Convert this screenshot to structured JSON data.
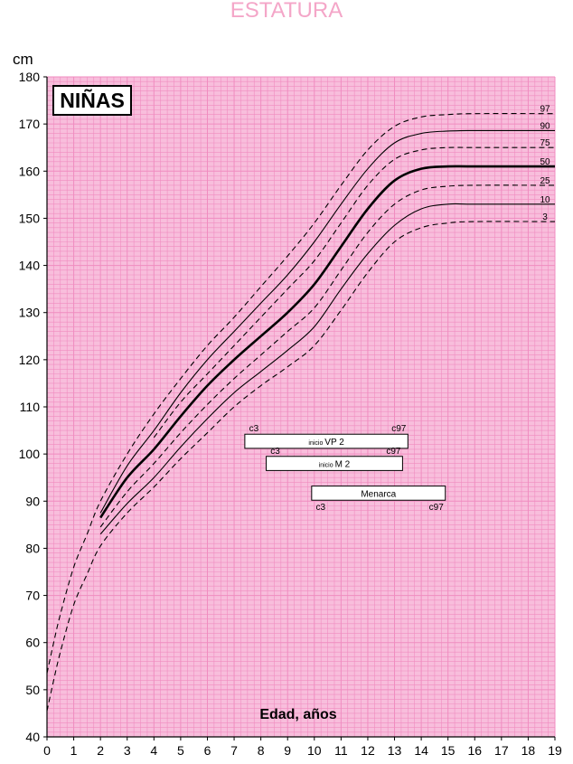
{
  "page": {
    "title": "ESTATURA",
    "unit_label": "cm",
    "sex_label": "NIÑAS",
    "x_axis_title": "Edad, años"
  },
  "chart_data": {
    "type": "line",
    "title": "ESTATURA",
    "xlabel": "Edad, años",
    "ylabel": "cm",
    "xlim": [
      0,
      19
    ],
    "ylim": [
      40,
      180
    ],
    "x_ticks": [
      0,
      1,
      2,
      3,
      4,
      5,
      6,
      7,
      8,
      9,
      10,
      11,
      12,
      13,
      14,
      15,
      16,
      17,
      18,
      19
    ],
    "y_ticks": [
      40,
      50,
      60,
      70,
      80,
      90,
      100,
      110,
      120,
      130,
      140,
      150,
      160,
      170,
      180
    ],
    "grid": true,
    "colors": {
      "grid": "#f08cc0",
      "background": "#f8bedc",
      "title": "#f4a6c8",
      "line": "#000000"
    },
    "series": [
      {
        "name": "97",
        "style": "dashed",
        "points": [
          [
            0,
            53.5
          ],
          [
            0.25,
            60
          ],
          [
            0.5,
            66
          ],
          [
            1,
            76
          ],
          [
            1.5,
            83
          ],
          [
            2,
            90
          ],
          [
            3,
            100
          ],
          [
            4,
            108.5
          ],
          [
            5,
            116
          ],
          [
            6,
            123
          ],
          [
            7,
            129
          ],
          [
            8,
            135.5
          ],
          [
            9,
            142
          ],
          [
            10,
            149
          ],
          [
            11,
            157
          ],
          [
            12,
            164.5
          ],
          [
            13,
            169.5
          ],
          [
            14,
            171.5
          ],
          [
            15,
            172
          ],
          [
            16,
            172.2
          ],
          [
            19,
            172.2
          ]
        ]
      },
      {
        "name": "90",
        "style": "solid",
        "points": [
          [
            2,
            87.5
          ],
          [
            3,
            97.5
          ],
          [
            4,
            105
          ],
          [
            5,
            113
          ],
          [
            6,
            120
          ],
          [
            7,
            126
          ],
          [
            8,
            132
          ],
          [
            9,
            138
          ],
          [
            10,
            145
          ],
          [
            11,
            153
          ],
          [
            12,
            160.5
          ],
          [
            13,
            166
          ],
          [
            14,
            168
          ],
          [
            15,
            168.5
          ],
          [
            16,
            168.6
          ],
          [
            19,
            168.6
          ]
        ]
      },
      {
        "name": "75",
        "style": "dashed",
        "points": [
          [
            4,
            103.5
          ],
          [
            5,
            111
          ],
          [
            6,
            117
          ],
          [
            7,
            123
          ],
          [
            8,
            129
          ],
          [
            9,
            135
          ],
          [
            10,
            141
          ],
          [
            11,
            149
          ],
          [
            12,
            157
          ],
          [
            13,
            162.5
          ],
          [
            14,
            164.5
          ],
          [
            15,
            165
          ],
          [
            16,
            165
          ],
          [
            19,
            165
          ]
        ]
      },
      {
        "name": "50",
        "style": "solid-bold",
        "points": [
          [
            2,
            86.5
          ],
          [
            3,
            95
          ],
          [
            4,
            101
          ],
          [
            5,
            108
          ],
          [
            6,
            114.5
          ],
          [
            7,
            120
          ],
          [
            8,
            125
          ],
          [
            9,
            130
          ],
          [
            10,
            136
          ],
          [
            11,
            144
          ],
          [
            12,
            152
          ],
          [
            13,
            158
          ],
          [
            14,
            160.5
          ],
          [
            15,
            161
          ],
          [
            16,
            161
          ],
          [
            19,
            161
          ]
        ]
      },
      {
        "name": "25",
        "style": "dashed",
        "points": [
          [
            2,
            84.5
          ],
          [
            3,
            92
          ],
          [
            4,
            98
          ],
          [
            5,
            104.5
          ],
          [
            6,
            110.5
          ],
          [
            7,
            116
          ],
          [
            8,
            121
          ],
          [
            9,
            126
          ],
          [
            10,
            131
          ],
          [
            11,
            139
          ],
          [
            12,
            147
          ],
          [
            13,
            153
          ],
          [
            14,
            156
          ],
          [
            15,
            156.8
          ],
          [
            16,
            157
          ],
          [
            19,
            157
          ]
        ]
      },
      {
        "name": "10",
        "style": "solid",
        "points": [
          [
            2,
            83
          ],
          [
            3,
            89.5
          ],
          [
            4,
            95
          ],
          [
            5,
            101.5
          ],
          [
            6,
            107.5
          ],
          [
            7,
            113
          ],
          [
            8,
            117.5
          ],
          [
            9,
            122
          ],
          [
            10,
            127
          ],
          [
            11,
            135
          ],
          [
            12,
            142.5
          ],
          [
            13,
            148.5
          ],
          [
            14,
            152
          ],
          [
            15,
            153
          ],
          [
            16,
            153
          ],
          [
            19,
            153
          ]
        ]
      },
      {
        "name": "3",
        "style": "dashed",
        "points": [
          [
            0,
            45.5
          ],
          [
            0.25,
            52
          ],
          [
            0.5,
            58
          ],
          [
            1,
            68
          ],
          [
            1.5,
            74.5
          ],
          [
            2,
            80.5
          ],
          [
            3,
            87.5
          ],
          [
            4,
            93
          ],
          [
            5,
            99
          ],
          [
            6,
            104.5
          ],
          [
            7,
            110
          ],
          [
            8,
            114.5
          ],
          [
            9,
            118.5
          ],
          [
            10,
            123
          ],
          [
            11,
            130.5
          ],
          [
            12,
            138.5
          ],
          [
            13,
            145
          ],
          [
            14,
            148
          ],
          [
            15,
            149
          ],
          [
            16,
            149.3
          ],
          [
            19,
            149.3
          ]
        ]
      }
    ],
    "percentile_labels": [
      "97",
      "90",
      "75",
      "50",
      "25",
      "10",
      "3"
    ],
    "bars": [
      {
        "label": "inicio VP 2",
        "label_prefix": "inicio",
        "label_main": "VP 2",
        "start": 7.4,
        "end": 13.5,
        "y_top": 104.2,
        "y_bottom": 101.2,
        "low_label": "c3",
        "high_label": "c97",
        "label_pos": "above"
      },
      {
        "label": "inicio M 2",
        "label_prefix": "inicio",
        "label_main": "M 2",
        "start": 8.2,
        "end": 13.3,
        "y_top": 99.5,
        "y_bottom": 96.5,
        "low_label": "c3",
        "high_label": "c97",
        "label_pos": "above"
      },
      {
        "label": "Menarca",
        "label_prefix": "",
        "label_main": "Menarca",
        "start": 9.9,
        "end": 14.9,
        "y_top": 93.2,
        "y_bottom": 90.2,
        "low_label": "c3",
        "high_label": "c97",
        "label_pos": "below"
      }
    ]
  }
}
